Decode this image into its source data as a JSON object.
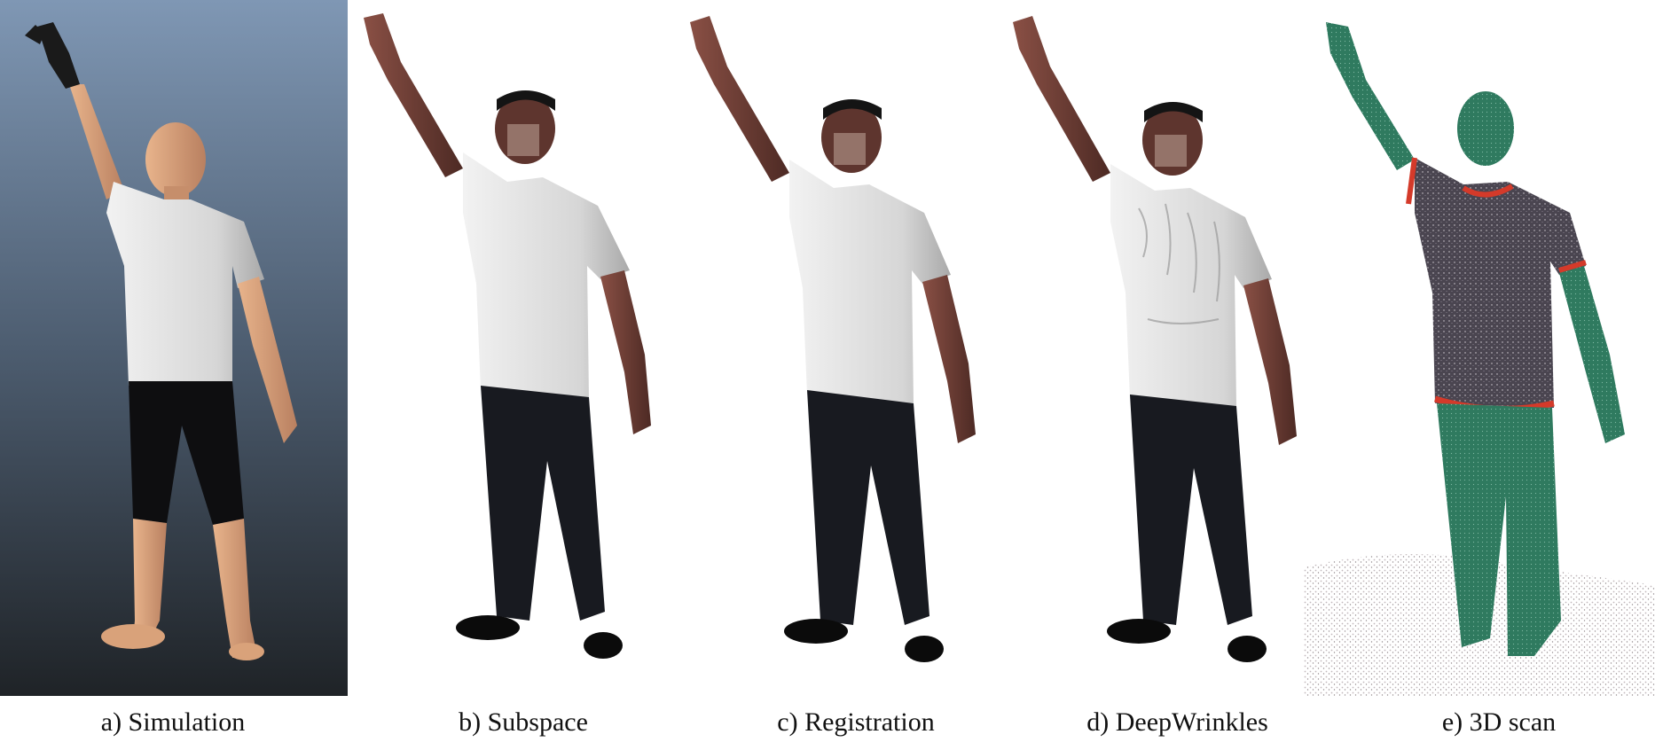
{
  "figure": {
    "panels": [
      {
        "id": "simulation",
        "caption": "a) Simulation"
      },
      {
        "id": "subspace",
        "caption": "b) Subspace"
      },
      {
        "id": "registration",
        "caption": "c) Registration"
      },
      {
        "id": "deepwrinkles",
        "caption": "d) DeepWrinkles"
      },
      {
        "id": "scan",
        "caption": "e) 3D scan"
      }
    ],
    "colors": {
      "sim_bg_top": "#7f97b4",
      "sim_bg_bottom": "#1f2327",
      "shirt_white": "#e8e8e8",
      "shirt_grey": "#d3d3d3",
      "pants_dark": "#16181e",
      "skin_dark": "#6b3c34",
      "skin_light": "#d9a27a",
      "scan_green": "#2f7a5f",
      "scan_shirt": "#4a4550",
      "scan_red": "#d43a2a"
    }
  }
}
